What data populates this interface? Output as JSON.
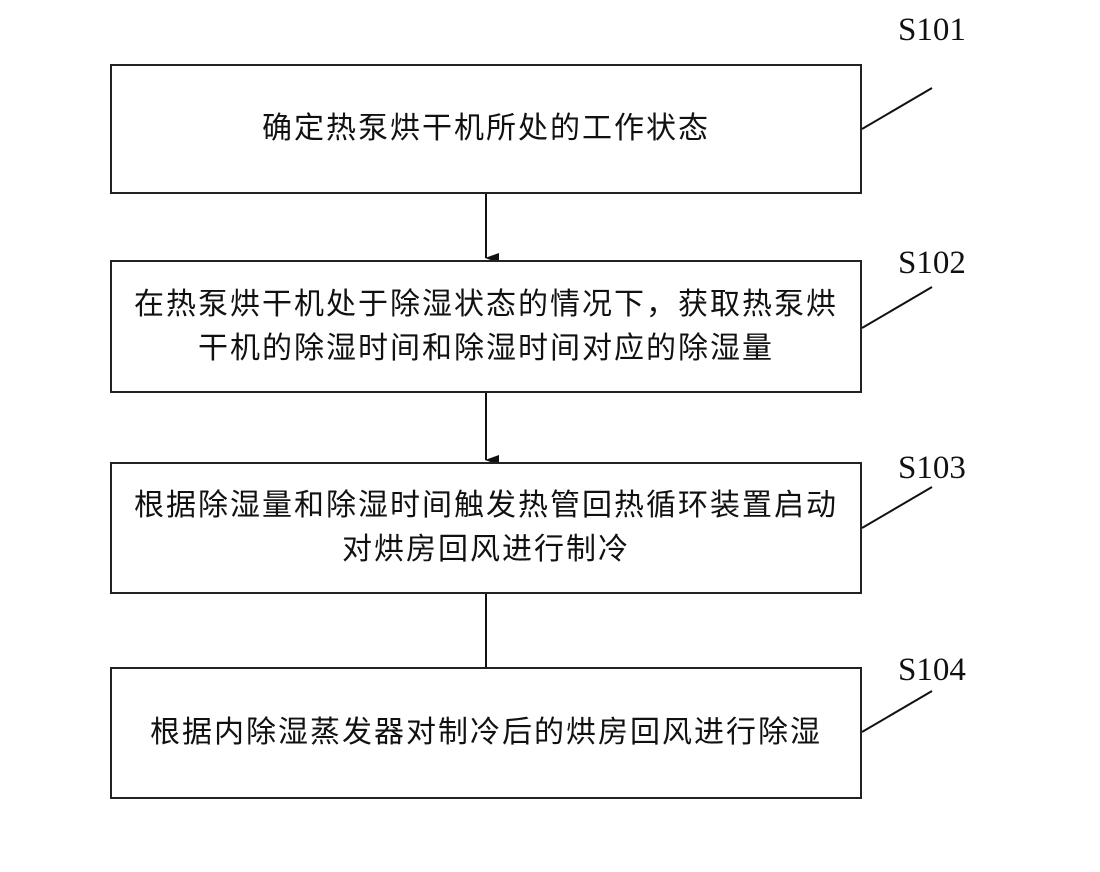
{
  "flowchart": {
    "steps": [
      {
        "id": "S101",
        "text": "确定热泵烘干机所处的工作状态"
      },
      {
        "id": "S102",
        "text": "在热泵烘干机处于除湿状态的情况下，获取热泵烘干机的除湿时间和除湿时间对应的除湿量"
      },
      {
        "id": "S103",
        "text": "根据除湿量和除湿时间触发热管回热循环装置启动对烘房回风进行制冷"
      },
      {
        "id": "S104",
        "text": "根据内除湿蒸发器对制冷后的烘房回风进行除湿"
      }
    ],
    "edges": [
      {
        "from": "S101",
        "to": "S102"
      },
      {
        "from": "S102",
        "to": "S103"
      },
      {
        "from": "S103",
        "to": "S104"
      }
    ]
  }
}
